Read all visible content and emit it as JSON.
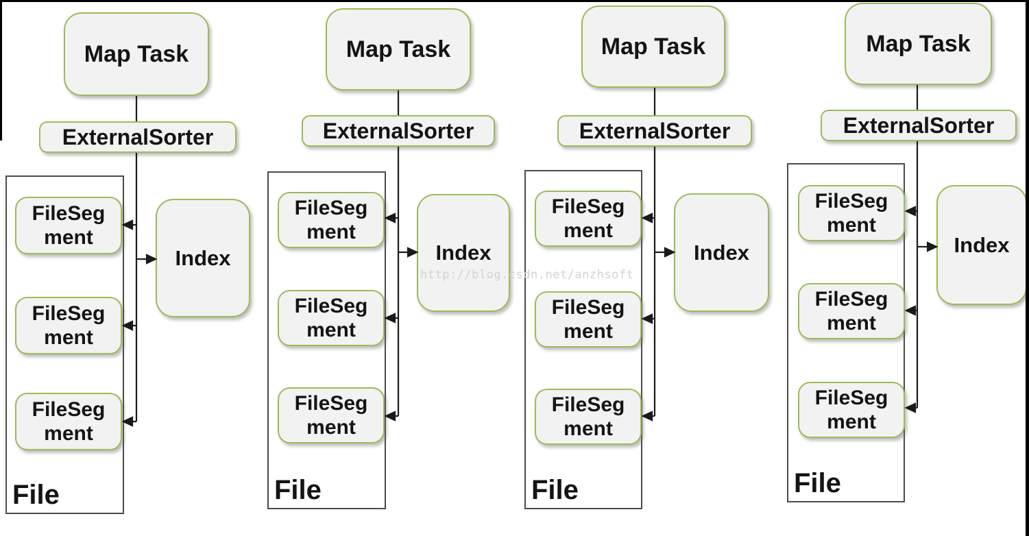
{
  "watermark": {
    "text": "http://blog.csdn.net/anzhsoft",
    "color": "#d2d2d2"
  },
  "colors": {
    "box_border": "#9bbb59",
    "box_fill": "#f2f2f2",
    "file_container_border": "#4a4a4a",
    "connector_line": "#1a1a1a",
    "frame_edges": "#000000"
  },
  "columns": [
    {
      "map_task_label": "Map Task",
      "external_sorter_label": "ExternalSorter",
      "file_label": "File",
      "index_label": "Index",
      "segment_labels": [
        "FileSeg\nment",
        "FileSeg\nment",
        "FileSeg\nment"
      ]
    },
    {
      "map_task_label": "Map Task",
      "external_sorter_label": "ExternalSorter",
      "file_label": "File",
      "index_label": "Index",
      "segment_labels": [
        "FileSeg\nment",
        "FileSeg\nment",
        "FileSeg\nment"
      ]
    },
    {
      "map_task_label": "Map Task",
      "external_sorter_label": "ExternalSorter",
      "file_label": "File",
      "index_label": "Index",
      "segment_labels": [
        "FileSeg\nment",
        "FileSeg\nment",
        "FileSeg\nment"
      ]
    },
    {
      "map_task_label": "Map Task",
      "external_sorter_label": "ExternalSorter",
      "file_label": "File",
      "index_label": "Index",
      "segment_labels": [
        "FileSeg\nment",
        "FileSeg\nment",
        "FileSeg\nment"
      ]
    }
  ]
}
